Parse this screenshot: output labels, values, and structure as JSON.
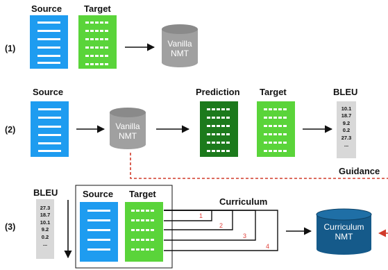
{
  "row1": {
    "label": "(1)",
    "source": "Source",
    "target": "Target",
    "model": [
      "Vanilla",
      "NMT"
    ]
  },
  "row2": {
    "label": "(2)",
    "source": "Source",
    "model": [
      "Vanilla",
      "NMT"
    ],
    "prediction": "Prediction",
    "target": "Target",
    "bleu": "BLEU",
    "scores": [
      "10.1",
      "18.7",
      "9.2",
      "0.2",
      "27.3",
      "..."
    ]
  },
  "guidance": "Guidance",
  "row3": {
    "label": "(3)",
    "bleu": "BLEU",
    "scores": [
      "27.3",
      "18.7",
      "10.1",
      "9.2",
      "0.2",
      "..."
    ],
    "source": "Source",
    "target": "Target",
    "curriculum": "Curriculum",
    "steps": [
      "1",
      "2",
      "3",
      "4"
    ],
    "model": [
      "Curriculum",
      "NMT"
    ]
  },
  "colors": {
    "source_blue": "#1e9cf0",
    "target_green": "#5ad43a",
    "prediction_green": "#1c7a1c",
    "cylinder_gray": "#a0a0a0",
    "curriculum_navy": "#155a8a",
    "guidance_red": "#d13a2a",
    "bleu_bar": "#d8d8d8"
  }
}
